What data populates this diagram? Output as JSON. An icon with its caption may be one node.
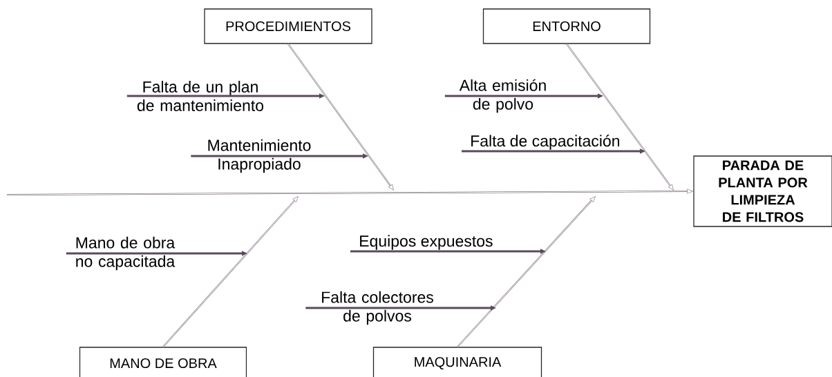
{
  "diagram": {
    "nodes": [
      {
        "text": [
          "PROCEDIMIENTOS"
        ]
      },
      {
        "text": [
          "ENTORNO"
        ]
      },
      {
        "text": [
          "PARADA DE PLANTA POR LIMPIEZA DE FILTROS"
        ]
      },
      {
        "text": [
          "MANO DE OBRA"
        ]
      },
      {
        "text": [
          "MAQUINARIA"
        ]
      },
      {
        "text": [
          "Falta de un plan de mantenimiento"
        ]
      },
      {
        "text": [
          "Mantenimiento Inapropiado"
        ]
      },
      {
        "text": [
          "Alta emisión de polvo"
        ]
      },
      {
        "text": [
          "Falta de capacitación"
        ]
      },
      {
        "text": [
          "Mano de obra no capacitada"
        ]
      },
      {
        "text": [
          "Equipos expuestos"
        ]
      },
      {
        "text": [
          "Falta colectores de polvos"
        ]
      }
    ],
    "edges": [
      {
        "from": null,
        "to": 2,
        "arrow": "to"
      },
      {
        "from": 0,
        "to": null,
        "arrow": "to"
      },
      {
        "from": 1,
        "to": null,
        "arrow": "to"
      },
      {
        "from": 3,
        "to": null,
        "arrow": "to"
      },
      {
        "from": 4,
        "to": null,
        "arrow": "to"
      },
      {
        "from": 5,
        "to": null,
        "arrow": "to"
      },
      {
        "from": 6,
        "to": null,
        "arrow": "to"
      },
      {
        "from": 7,
        "to": null,
        "arrow": "to"
      },
      {
        "from": 8,
        "to": null,
        "arrow": "to"
      },
      {
        "from": 9,
        "to": null,
        "arrow": "to"
      },
      {
        "from": 10,
        "to": null,
        "arrow": "to"
      },
      {
        "from": 11,
        "to": null,
        "arrow": "to"
      }
    ]
  }
}
